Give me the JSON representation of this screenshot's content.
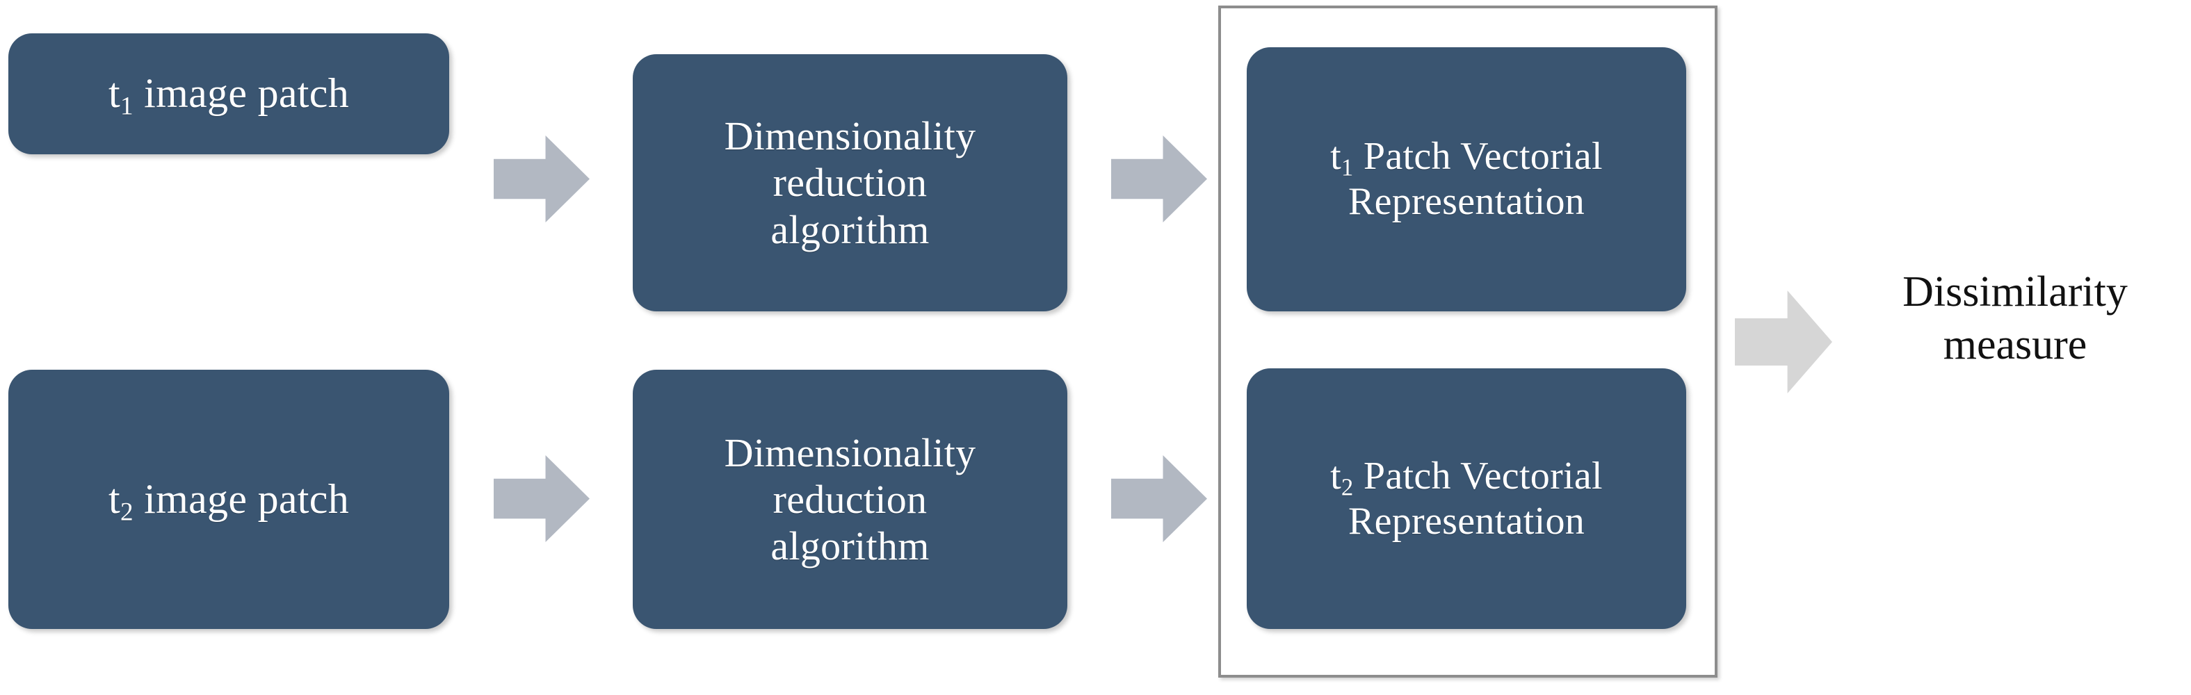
{
  "diagram": {
    "title": "Patch dissimilarity pipeline",
    "background_color": "#ffffff",
    "box_fill_color": "#3a5571",
    "box_text_color": "#ffffff",
    "arrow_color": "#b2b8c2",
    "arrow_light_color": "#d6d6d6",
    "group_border_color": "#8d8d8d",
    "label_color": "#111111"
  },
  "nodes": {
    "t1_patch": {
      "prefix": "t",
      "subscript": "1",
      "suffix": " image patch"
    },
    "t2_patch": {
      "prefix": "t",
      "subscript": "2",
      "suffix": " image patch"
    },
    "dr_top": {
      "text": "Dimensionality\nreduction\nalgorithm"
    },
    "dr_bottom": {
      "text": "Dimensionality\nreduction\nalgorithm"
    },
    "t1_vector": {
      "prefix": "t",
      "subscript": "1",
      "suffix": " Patch Vectorial\nRepresentation"
    },
    "t2_vector": {
      "prefix": "t",
      "subscript": "2",
      "suffix": " Patch Vectorial\nRepresentation"
    },
    "output": {
      "text": "Dissimilarity\nmeasure"
    }
  },
  "arrows": {
    "a1": {
      "name": "arrow-t1-to-dr"
    },
    "a2": {
      "name": "arrow-dr-to-t1vector"
    },
    "a3": {
      "name": "arrow-t2-to-dr"
    },
    "a4": {
      "name": "arrow-dr-to-t2vector"
    },
    "a5": {
      "name": "arrow-vectors-to-output"
    }
  }
}
